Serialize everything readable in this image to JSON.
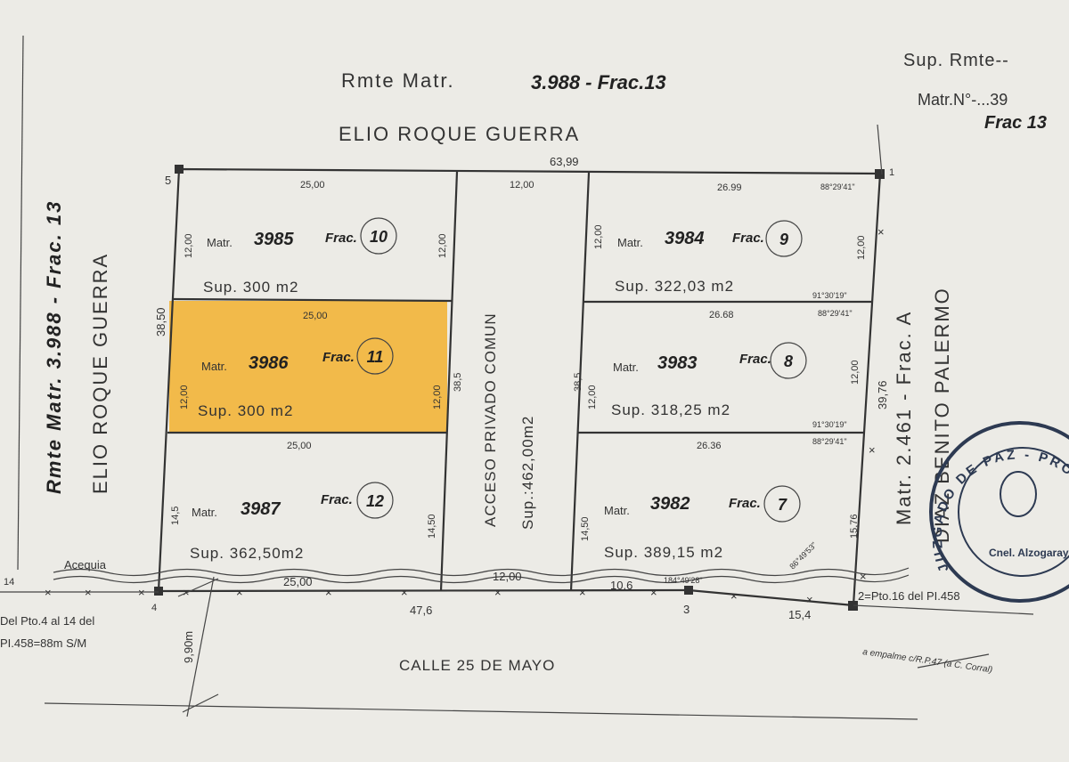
{
  "header": {
    "remnant_prefix": "Rmte Matr.",
    "remnant_number": "3.988 - Frac.13",
    "owner_top": "ELIO ROQUE GUERRA",
    "top_right_sup": "Sup. Rmte--",
    "top_right_matr": "Matr.N°-...39",
    "top_right_frac": "Frac 13"
  },
  "left_side": {
    "remnant": "Rmte Matr. 3.988 - Frac. 13",
    "owner": "ELIO ROQUE GUERRA"
  },
  "right_side": {
    "matr": "Matr. 2.461 - Frac. A",
    "owner": "DIAZ BENITO PALERMO"
  },
  "dimensions": {
    "top_total": "63,99",
    "left_total": "38,50",
    "right_total": "39,76",
    "bottom_left": "47,6",
    "bottom_right": "15,4",
    "bottom_mid": "10,6",
    "street_width": "9,90m",
    "lot_w_25": "25,00",
    "access_w": "12,00",
    "access_len": "38,5",
    "depth_12": "12,00",
    "depth_145": "14,5",
    "depth_1450": "14,50",
    "w_2699": "26.99",
    "w_2668": "26.68",
    "w_2636": "26.36",
    "r_1576": "15,76",
    "angle_a": "88°29'41\"",
    "angle_b": "91°30'19\"",
    "angle_c": "86°49'53\"",
    "angle_d": "184°49'28\""
  },
  "lots": [
    {
      "matr_label": "Matr.",
      "matr": "3985",
      "frac_label": "Frac.",
      "frac": "10",
      "sup": "Sup. 300 m2"
    },
    {
      "matr_label": "Matr.",
      "matr": "3986",
      "frac_label": "Frac.",
      "frac": "11",
      "sup": "Sup. 300 m2",
      "highlighted": true,
      "highlight_color": "#f3b12e"
    },
    {
      "matr_label": "Matr.",
      "matr": "3987",
      "frac_label": "Frac.",
      "frac": "12",
      "sup": "Sup. 362,50m2"
    },
    {
      "matr_label": "Matr.",
      "matr": "3984",
      "frac_label": "Frac.",
      "frac": "9",
      "sup": "Sup. 322,03 m2"
    },
    {
      "matr_label": "Matr.",
      "matr": "3983",
      "frac_label": "Frac.",
      "frac": "8",
      "sup": "Sup. 318,25 m2"
    },
    {
      "matr_label": "Matr.",
      "matr": "3982",
      "frac_label": "Frac.",
      "frac": "7",
      "sup": "Sup. 389,15 m2"
    }
  ],
  "access": {
    "name": "ACCESO PRIVADO COMUN",
    "sup": "Sup.:462,00m2"
  },
  "points": {
    "p1": "1",
    "p2": "2=Pto.16 del PI.458",
    "p3": "3",
    "p4": "4",
    "p5": "5",
    "p14": "14"
  },
  "bottom": {
    "acequia": "Acequia",
    "note_line1": "Del Pto.4 al 14 del",
    "note_line2": "PI.458=88m S/M",
    "street": "CALLE 25 DE MAYO",
    "empalme": "a empalme c/R.P.47 (a C. Corral)"
  },
  "stamp": {
    "ring_text": "JUZGADO DE PAZ - PROV. DE SAN LUIS",
    "center": "Cnel. Alzogaray",
    "color": "#2d3a52"
  }
}
